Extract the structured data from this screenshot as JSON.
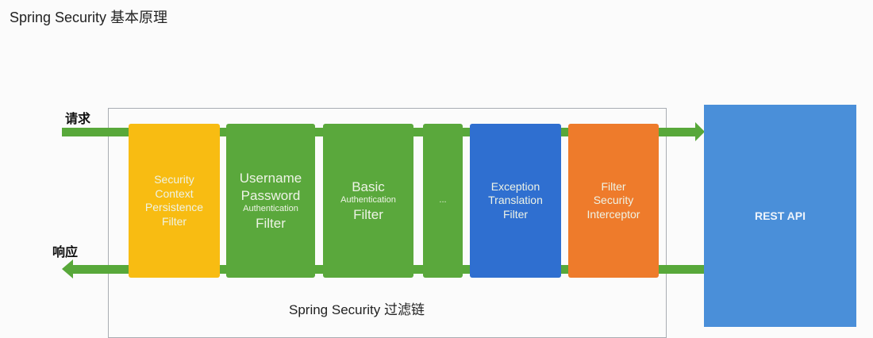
{
  "title": "Spring Security 基本原理",
  "chain_label": "Spring Security 过滤链",
  "request_label": "请求",
  "response_label": "响应",
  "colors": {
    "arrow": "#58a83a",
    "yellow": "#f8bc12",
    "green": "#5aa83c",
    "blue_dark": "#2f6fd0",
    "orange": "#ee7b2b",
    "blue_rest": "#4a8fd9"
  },
  "filters": [
    {
      "lines": [
        "Security",
        "Context",
        "Persistence",
        "Filter"
      ],
      "color": "#f8bc12"
    },
    {
      "lines": [
        "Username",
        "Password",
        "Authentication",
        "Filter"
      ],
      "color": "#5aa83c"
    },
    {
      "lines": [
        "Basic",
        "Authentication",
        "Filter"
      ],
      "color": "#5aa83c"
    },
    {
      "lines": [
        "..."
      ],
      "color": "#5aa83c"
    },
    {
      "lines": [
        "Exception",
        "Translation",
        "Filter"
      ],
      "color": "#2f6fd0"
    },
    {
      "lines": [
        "Filter",
        "Security",
        "Interceptor"
      ],
      "color": "#ee7b2b"
    }
  ],
  "rest_api": "REST API"
}
